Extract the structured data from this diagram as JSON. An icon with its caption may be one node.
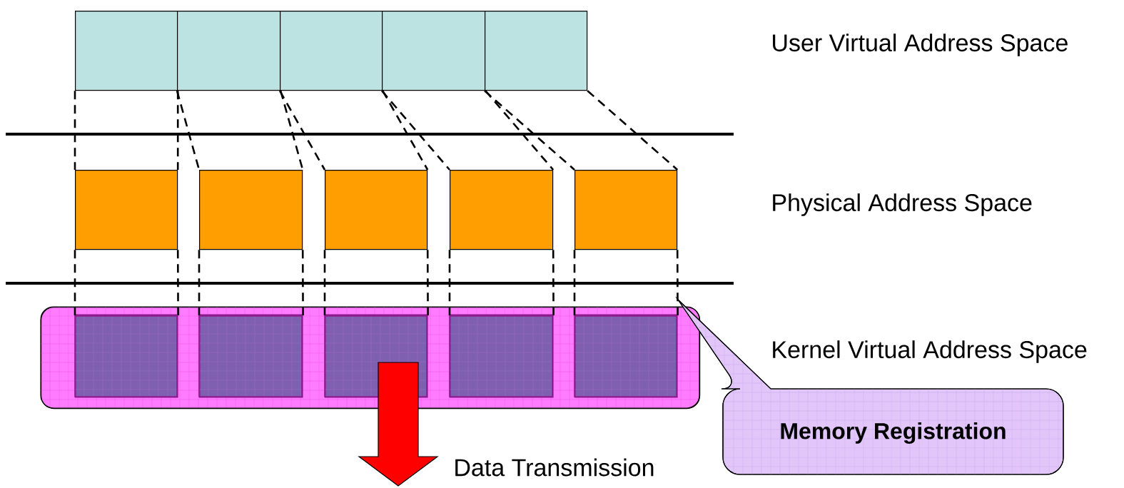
{
  "diagram": {
    "nodes": [
      {
        "text": [],
        "shape": "box"
      },
      {
        "text": [],
        "shape": "box"
      },
      {
        "text": [],
        "shape": "box"
      },
      {
        "text": [],
        "shape": "box"
      },
      {
        "text": [],
        "shape": "box"
      },
      {
        "text": [],
        "shape": "box"
      },
      {
        "text": [],
        "shape": "box"
      },
      {
        "text": [],
        "shape": "box"
      },
      {
        "text": [],
        "shape": "box"
      },
      {
        "text": [],
        "shape": "box"
      },
      {
        "text": [],
        "shape": "box"
      },
      {
        "text": [],
        "shape": "box",
        "in": 10
      },
      {
        "text": [],
        "shape": "box",
        "in": 10
      },
      {
        "text": [],
        "shape": "box",
        "in": 10
      },
      {
        "text": [],
        "shape": "box",
        "in": 10
      },
      {
        "text": [],
        "shape": "box",
        "in": 10
      },
      {
        "text": [
          "Memory Registration"
        ]
      }
    ],
    "edges": [
      {
        "from": 0,
        "to": 5,
        "arrow": "none",
        "style": "dashed"
      },
      {
        "from": 0,
        "to": 5,
        "arrow": "none",
        "style": "dashed"
      },
      {
        "from": 1,
        "to": 6,
        "arrow": "none",
        "style": "dashed"
      },
      {
        "from": 1,
        "to": 6,
        "arrow": "none",
        "style": "dashed"
      },
      {
        "from": 2,
        "to": 7,
        "arrow": "none",
        "style": "dashed"
      },
      {
        "from": 2,
        "to": 7,
        "arrow": "none",
        "style": "dashed"
      },
      {
        "from": 3,
        "to": 8,
        "arrow": "none",
        "style": "dashed"
      },
      {
        "from": 3,
        "to": 8,
        "arrow": "none",
        "style": "dashed"
      },
      {
        "from": 4,
        "to": 9,
        "arrow": "none",
        "style": "dashed"
      },
      {
        "from": 4,
        "to": 9,
        "arrow": "none",
        "style": "dashed"
      },
      {
        "from": 5,
        "to": 11,
        "arrow": "none",
        "style": "dashed"
      },
      {
        "from": 5,
        "to": 11,
        "arrow": "none",
        "style": "dashed"
      },
      {
        "from": 6,
        "to": 12,
        "arrow": "none",
        "style": "dashed"
      },
      {
        "from": 6,
        "to": 12,
        "arrow": "none",
        "style": "dashed"
      },
      {
        "from": 7,
        "to": 13,
        "arrow": "none",
        "style": "dashed"
      },
      {
        "from": 7,
        "to": 13,
        "arrow": "none",
        "style": "dashed"
      },
      {
        "from": 8,
        "to": 14,
        "arrow": "none",
        "style": "dashed"
      },
      {
        "from": 8,
        "to": 14,
        "arrow": "none",
        "style": "dashed"
      },
      {
        "from": 9,
        "to": 15,
        "arrow": "none",
        "style": "dashed"
      },
      {
        "from": 9,
        "to": 15,
        "arrow": "none",
        "style": "dashed"
      }
    ],
    "labels": [
      "User Virtual Address Space",
      "Physical Address Space",
      "Kernel Virtual Address Space",
      "Data Transmission"
    ]
  }
}
